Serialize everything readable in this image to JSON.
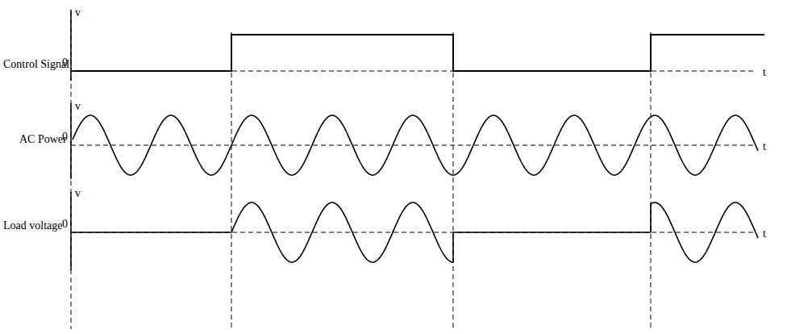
{
  "diagram": {
    "labels": [
      "v",
      "0",
      "Control Signal",
      "t",
      "v",
      "AC Power",
      "0",
      "t",
      "v",
      "Load voltage",
      "0",
      "t"
    ]
  }
}
